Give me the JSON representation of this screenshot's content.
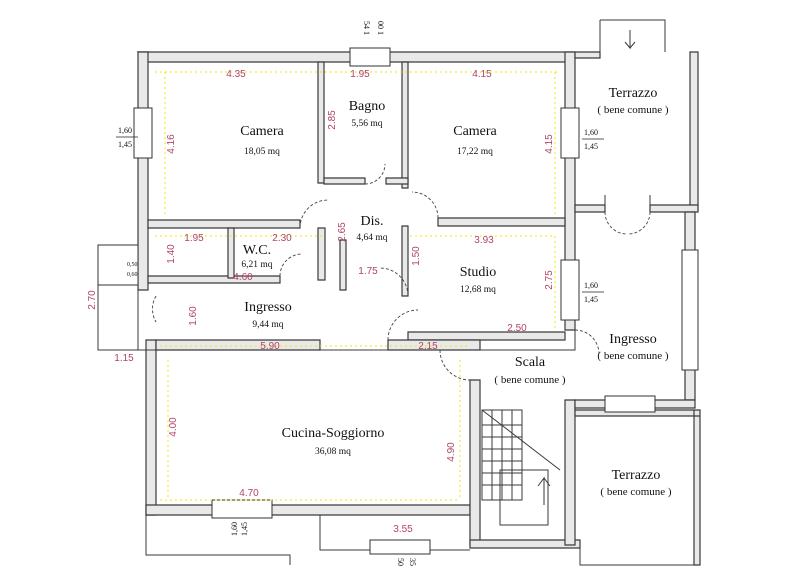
{
  "rooms": {
    "camera1": {
      "name": "Camera",
      "area": "18,05 mq"
    },
    "bagno": {
      "name": "Bagno",
      "area": "5,56 mq"
    },
    "camera2": {
      "name": "Camera",
      "area": "17,22 mq"
    },
    "terrazzo1": {
      "name": "Terrazzo",
      "note": "( bene comune )"
    },
    "dis": {
      "name": "Dis.",
      "area": "4,64 mq"
    },
    "wc": {
      "name": "W.C.",
      "area": "6,21 mq"
    },
    "studio": {
      "name": "Studio",
      "area": "12,68 mq"
    },
    "ingresso": {
      "name": "Ingresso",
      "area": "9,44 mq"
    },
    "ingresso_comune": {
      "name": "Ingresso",
      "note": "( bene comune )"
    },
    "scala": {
      "name": "Scala",
      "note": "( bene comune )"
    },
    "cucina": {
      "name": "Cucina-Soggiorno",
      "area": "36,08 mq"
    },
    "terrazzo2": {
      "name": "Terrazzo",
      "note": "( bene comune )"
    }
  },
  "dimensions": {
    "camera1_w": "4.35",
    "bagno_w": "1.95",
    "camera2_w": "4.15",
    "camera1_h": "4.16",
    "bagno_h": "2.85",
    "camera2_h": "4.15",
    "wc_w1": "1.95",
    "wc_w2": "2.30",
    "wc_h": "1.40",
    "wc_w3": "4.60",
    "dis_h": "2.65",
    "dis_w": "1.75",
    "studio_w": "3.93",
    "studio_h1": "1.50",
    "studio_h2": "2.75",
    "studio_w2": "2.50",
    "ingresso_h": "1.60",
    "ingresso_w": "5.90",
    "ingresso_w2": "2.15",
    "left_h": "2.70",
    "left_w": "1.15",
    "cucina_h": "4.00",
    "cucina_w": "4.70",
    "cucina_w2": "3.55",
    "scala_h": "4.90"
  },
  "windows": {
    "w_left_cam": {
      "top": "1,60",
      "bottom": "1,45"
    },
    "w_cam2": {
      "top": "1,60",
      "bottom": "1,45"
    },
    "w_studio": {
      "top": "1,60",
      "bottom": "1,45"
    },
    "w_cucina": {
      "top": "1,60",
      "bottom": "1,45"
    },
    "w_wc": {
      "top": "0,50",
      "bottom": "0,60"
    },
    "w_top": {
      "a": "54 1",
      "b": "00 1"
    },
    "w_bottom": {
      "a": "50",
      "b": "35"
    }
  }
}
